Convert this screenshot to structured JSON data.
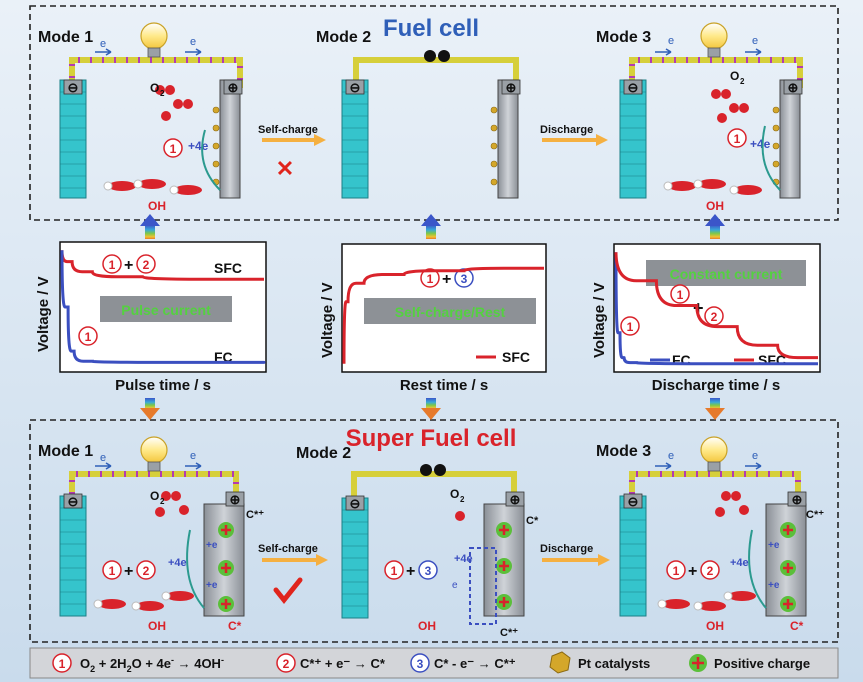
{
  "colors": {
    "panel_bg": "#d6e4f0",
    "electrode_cyan": "#35c4cc",
    "wire": "#d6cf3a",
    "wire_dot": "#b23ab3",
    "red": "#d9232b",
    "blue_fc": "#3b4fc0",
    "box_title_blue": "#2f5fb8",
    "gold": "#d4a72a",
    "arrow_orange": "#f5b041"
  },
  "top": {
    "title": "Fuel cell",
    "mode1": "Mode 1",
    "mode2": "Mode 2",
    "mode3": "Mode 3",
    "self_charge": "Self-charge",
    "discharge": "Discharge",
    "o2": "O",
    "o2_sub": "2",
    "four_e": "+4e",
    "oh": "OH",
    "e": "e",
    "minus": "⊖",
    "plus": "⊕"
  },
  "bottom": {
    "title": "Super Fuel cell",
    "mode1": "Mode 1",
    "mode2": "Mode 2",
    "mode3": "Mode 3",
    "self_charge": "Self-charge",
    "discharge": "Discharge",
    "cstar_plus": "C*⁺",
    "cstar": "C*",
    "oh": "OH",
    "four_e": "+4e",
    "plus_e": "+e",
    "e": "e"
  },
  "charts": {
    "c1": {
      "ylabel": "Voltage / V",
      "xlabel": "Pulse time / s",
      "band": "Pulse current",
      "sfc": "SFC",
      "fc": "FC",
      "marker_a": "1",
      "plus": "+",
      "marker_b": "2",
      "marker_c": "1"
    },
    "c2": {
      "ylabel": "Voltage / V",
      "xlabel": "Rest time / s",
      "band": "Self-charge/Rest",
      "legend": "SFC",
      "marker_a": "1",
      "plus": "+",
      "marker_b": "3"
    },
    "c3": {
      "ylabel": "Voltage / V",
      "xlabel": "Discharge time / s",
      "band": "Constant current",
      "fc": "FC",
      "sfc": "SFC",
      "marker_a": "1",
      "plus": "+",
      "marker_b": "2",
      "marker_c": "1"
    }
  },
  "chart_data": [
    {
      "type": "line",
      "xlabel": "Pulse time / s",
      "ylabel": "Voltage / V",
      "series": [
        {
          "name": "SFC",
          "x": [
            0,
            0.05,
            0.15,
            0.4,
            1.0
          ],
          "y": [
            0.95,
            0.86,
            0.78,
            0.74,
            0.72
          ]
        },
        {
          "name": "FC",
          "x": [
            0,
            0.03,
            0.06,
            0.15,
            1.0
          ],
          "y": [
            0.95,
            0.5,
            0.15,
            0.07,
            0.06
          ]
        }
      ]
    },
    {
      "type": "line",
      "xlabel": "Rest time / s",
      "ylabel": "Voltage / V",
      "series": [
        {
          "name": "SFC",
          "x": [
            0,
            0.02,
            0.1,
            0.3,
            0.6,
            1.0
          ],
          "y": [
            0.05,
            0.55,
            0.7,
            0.77,
            0.8,
            0.82
          ]
        }
      ]
    },
    {
      "type": "line",
      "xlabel": "Discharge time / s",
      "ylabel": "Voltage / V",
      "series": [
        {
          "name": "FC",
          "x": [
            0,
            0.02,
            0.04,
            0.1,
            1.0
          ],
          "y": [
            0.95,
            0.3,
            0.1,
            0.06,
            0.05
          ]
        },
        {
          "name": "SFC",
          "x": [
            0,
            0.2,
            0.4,
            0.6,
            0.8,
            1.0
          ],
          "y": [
            0.95,
            0.72,
            0.52,
            0.35,
            0.2,
            0.1
          ]
        }
      ]
    }
  ],
  "footer": {
    "n1": "1",
    "eq1_a": "O",
    "eq1_b": "2",
    "eq1_c": " + 2H",
    "eq1_d": "2",
    "eq1_e": "O + 4e",
    "eq1_f": "-",
    "eq1_g": " → 4OH",
    "eq1_h": "-",
    "n2": "2",
    "eq2": "C*⁺ + e⁻ → C*",
    "n3": "3",
    "eq3": "C* - e⁻ → C*⁺",
    "pt_label": "Pt catalysts",
    "pc_label": "Positive charge"
  }
}
